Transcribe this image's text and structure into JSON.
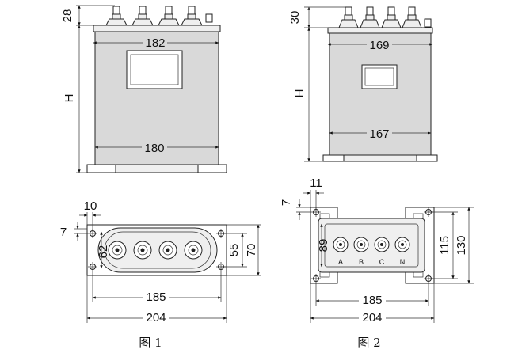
{
  "figure1": {
    "caption": "图 1",
    "side_view": {
      "top_height": "28",
      "top_width": "182",
      "height_label": "H",
      "bottom_width": "180"
    },
    "bottom_view": {
      "offset_x": "10",
      "offset_y": "7",
      "inner_height": "62",
      "hole_spacing": "55",
      "outer_height": "70",
      "hole_distance": "185",
      "overall_width": "204"
    }
  },
  "figure2": {
    "caption": "图 2",
    "side_view": {
      "top_height": "30",
      "top_width": "169",
      "height_label": "H",
      "bottom_width": "167"
    },
    "bottom_view": {
      "offset_x": "11",
      "offset_y": "7",
      "inner_height": "89",
      "hole_spacing": "115",
      "outer_height": "130",
      "hole_distance": "185",
      "overall_width": "204",
      "terminals": [
        "A",
        "B",
        "C",
        "N"
      ]
    }
  }
}
